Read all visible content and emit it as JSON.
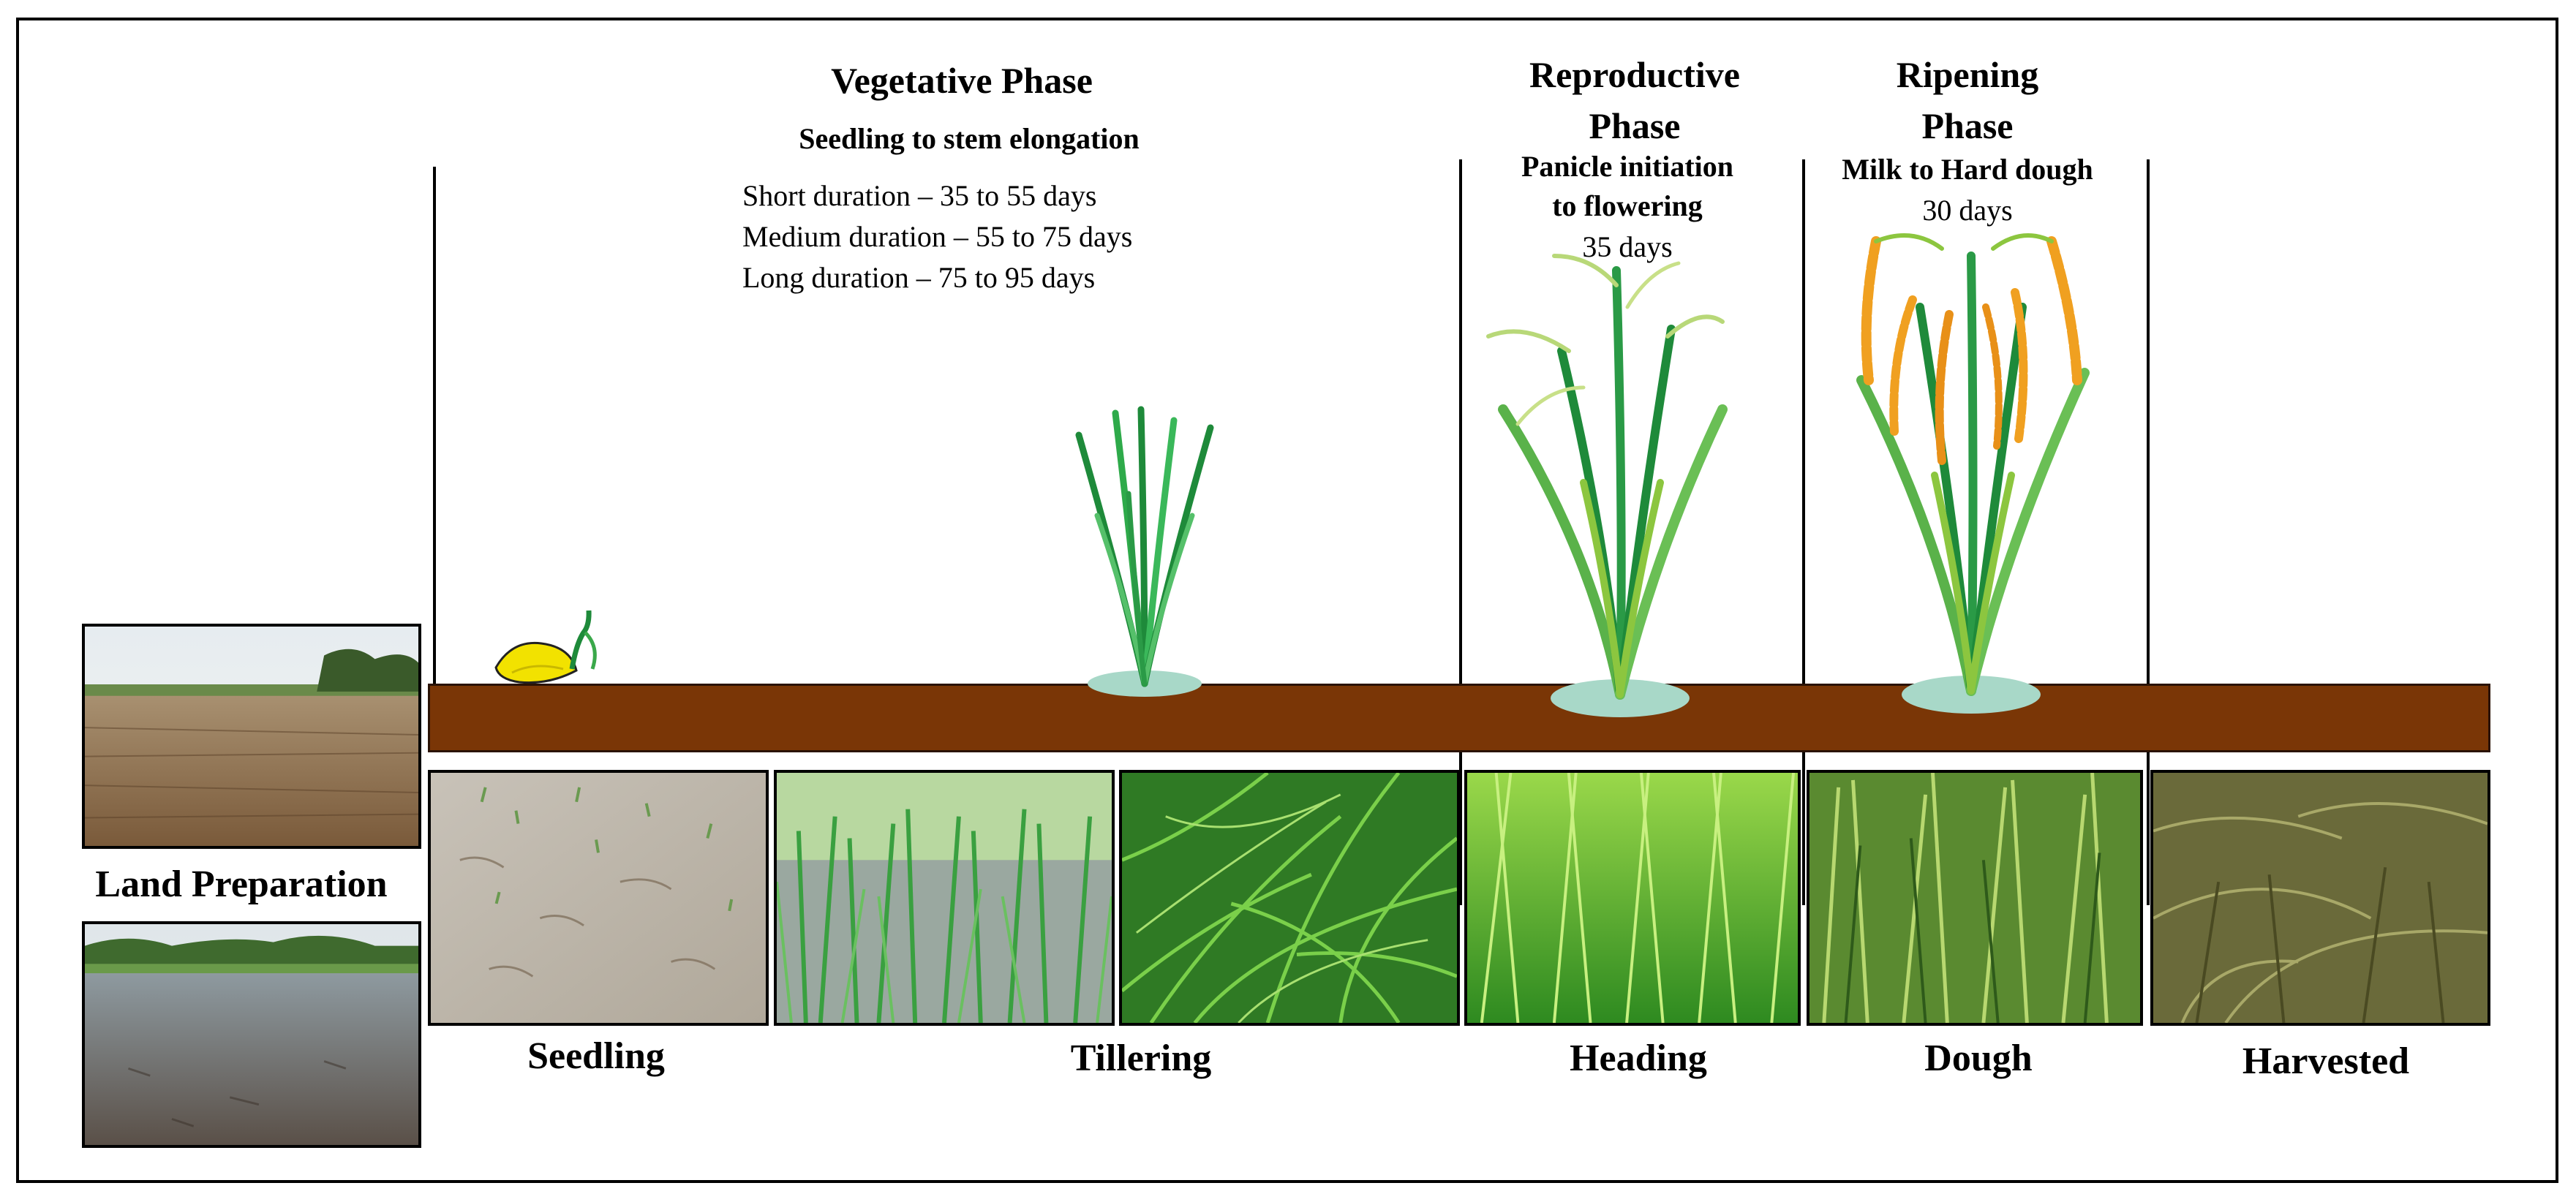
{
  "vegetative": {
    "title": "Vegetative Phase",
    "subtitle": "Seedling to stem elongation",
    "durations": [
      "Short duration – 35 to 55 days",
      "Medium duration – 55 to 75 days",
      "Long duration – 75 to 95 days"
    ]
  },
  "reproductive": {
    "title_line1": "Reproductive",
    "title_line2": "Phase",
    "sub_line1": "Panicle initiation",
    "sub_line2": "to flowering",
    "days": "35 days"
  },
  "ripening": {
    "title_line1": "Ripening",
    "title_line2": "Phase",
    "subtitle": "Milk to Hard dough",
    "days": "30 days"
  },
  "land_preparation": {
    "label": "Land Preparation"
  },
  "stages": {
    "seedling": "Seedling",
    "tillering": "Tillering",
    "heading": "Heading",
    "dough": "Dough",
    "harvested": "Harvested"
  },
  "colors": {
    "soil": "#7a3606",
    "leaf_dark": "#1e8a3a",
    "leaf_light": "#8cc63f",
    "water": "#a8d8c8",
    "grain": "#f0a020"
  }
}
